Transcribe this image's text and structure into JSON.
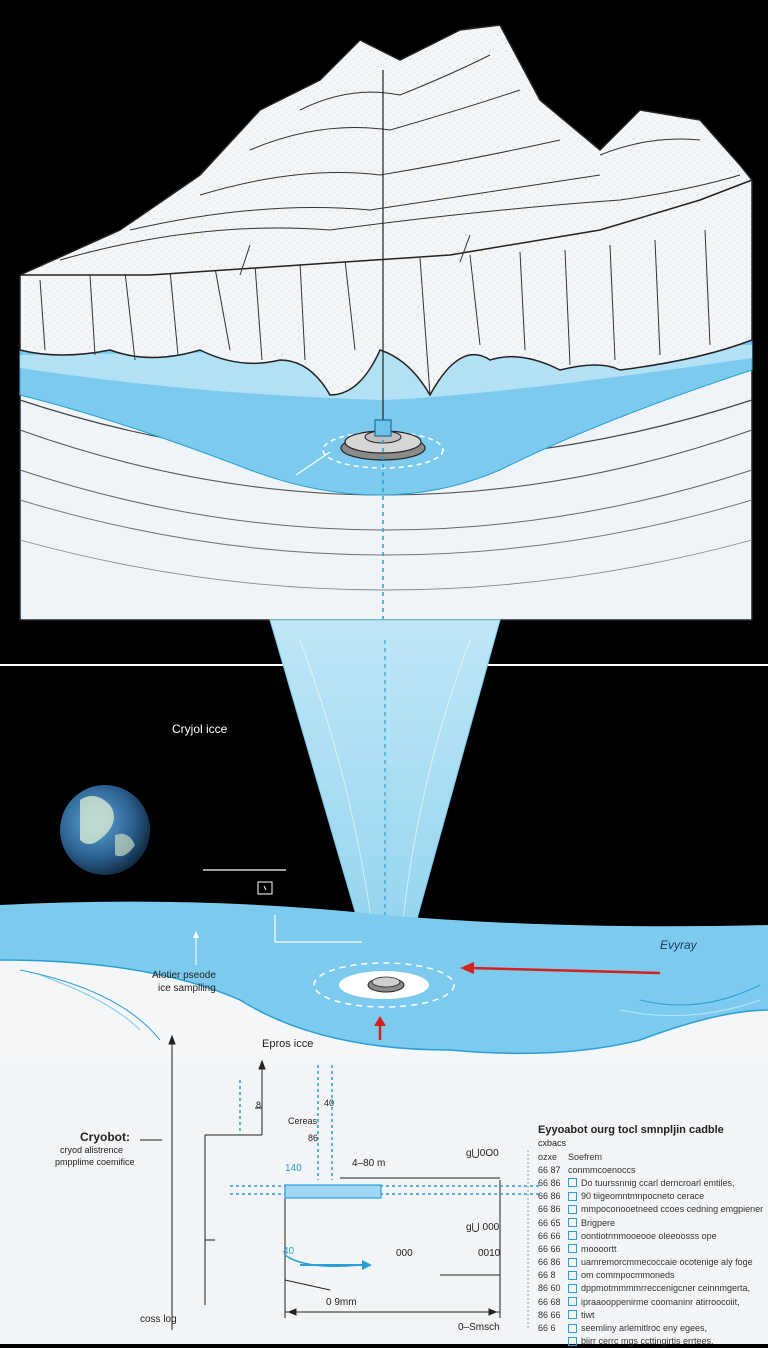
{
  "colors": {
    "ice_white": "#f4f6f8",
    "water_blue": "#7ccbee",
    "deep_blue": "#2a9fd6",
    "accent_red": "#d62020",
    "background": "#000000"
  },
  "top_panel": {
    "label_cryoice": "Cryjol icce",
    "label_eyray": "Evyray",
    "label_other_pseudo": "Alotier pseode",
    "label_ice_sampling": "ice samplling",
    "label_epros_ice": "Epros icce"
  },
  "schematic": {
    "left_title": "Cryobot:",
    "left_sub1": "cryod alistrence",
    "left_sub2": "pmpplime coemifice",
    "bottom_left": "coss log",
    "label_cereas": "Cereas",
    "label_40_top": "40",
    "label_86": "86",
    "label_140": "140",
    "label_80m": "4–80 m",
    "label_9000_a": "g⋃0O0",
    "label_9000_b": "g⋃ 000",
    "label_40_bot": "40",
    "label_000_a": "000",
    "label_000_b": "0010",
    "label_9mm": "0 9mm",
    "label_0smsch": "0–Smsch",
    "label_8": "8"
  },
  "legend": {
    "title": "Eyyoabot  ourg tocl smnpljin cadble",
    "subtitle": "cxbacs",
    "rows": [
      {
        "num": "ozxe",
        "text": "Soefrem"
      },
      {
        "num": "66  87",
        "text": "conmmcoenoccs"
      },
      {
        "num": "66  86",
        "text": "Do tuurssnnig ccarl derncroarl emtiles,"
      },
      {
        "num": "66  86",
        "text": "90 tiigeomntmnpocneto cerace"
      },
      {
        "num": "66  86",
        "text": "mmpoconooetneed ccoes cedning emgpiener"
      },
      {
        "num": "66  65",
        "text": "Brigpere"
      },
      {
        "num": "66  66",
        "text": "oontiotrmmooeooe oleeoosss ope"
      },
      {
        "num": "66  66",
        "text": "moooortt"
      },
      {
        "num": "66  86",
        "text": "uamremorcmmecoccaie ocotenige aly foge"
      },
      {
        "num": "66  8",
        "text": "om commpocmmoneds"
      },
      {
        "num": "86  60",
        "text": "dppmotmmmmrreccenigcner ceinnmgerta,"
      },
      {
        "num": "66  68",
        "text": "ipraaooppenirme coomaninr atirroocoiit,"
      },
      {
        "num": "86  66",
        "text": "tiwt"
      },
      {
        "num": "66  6",
        "text": "seemliny arlemitlroc eny egees,"
      },
      {
        "num": "",
        "text": "biirr cerrc mgs ccttingirtis errtees."
      }
    ]
  }
}
